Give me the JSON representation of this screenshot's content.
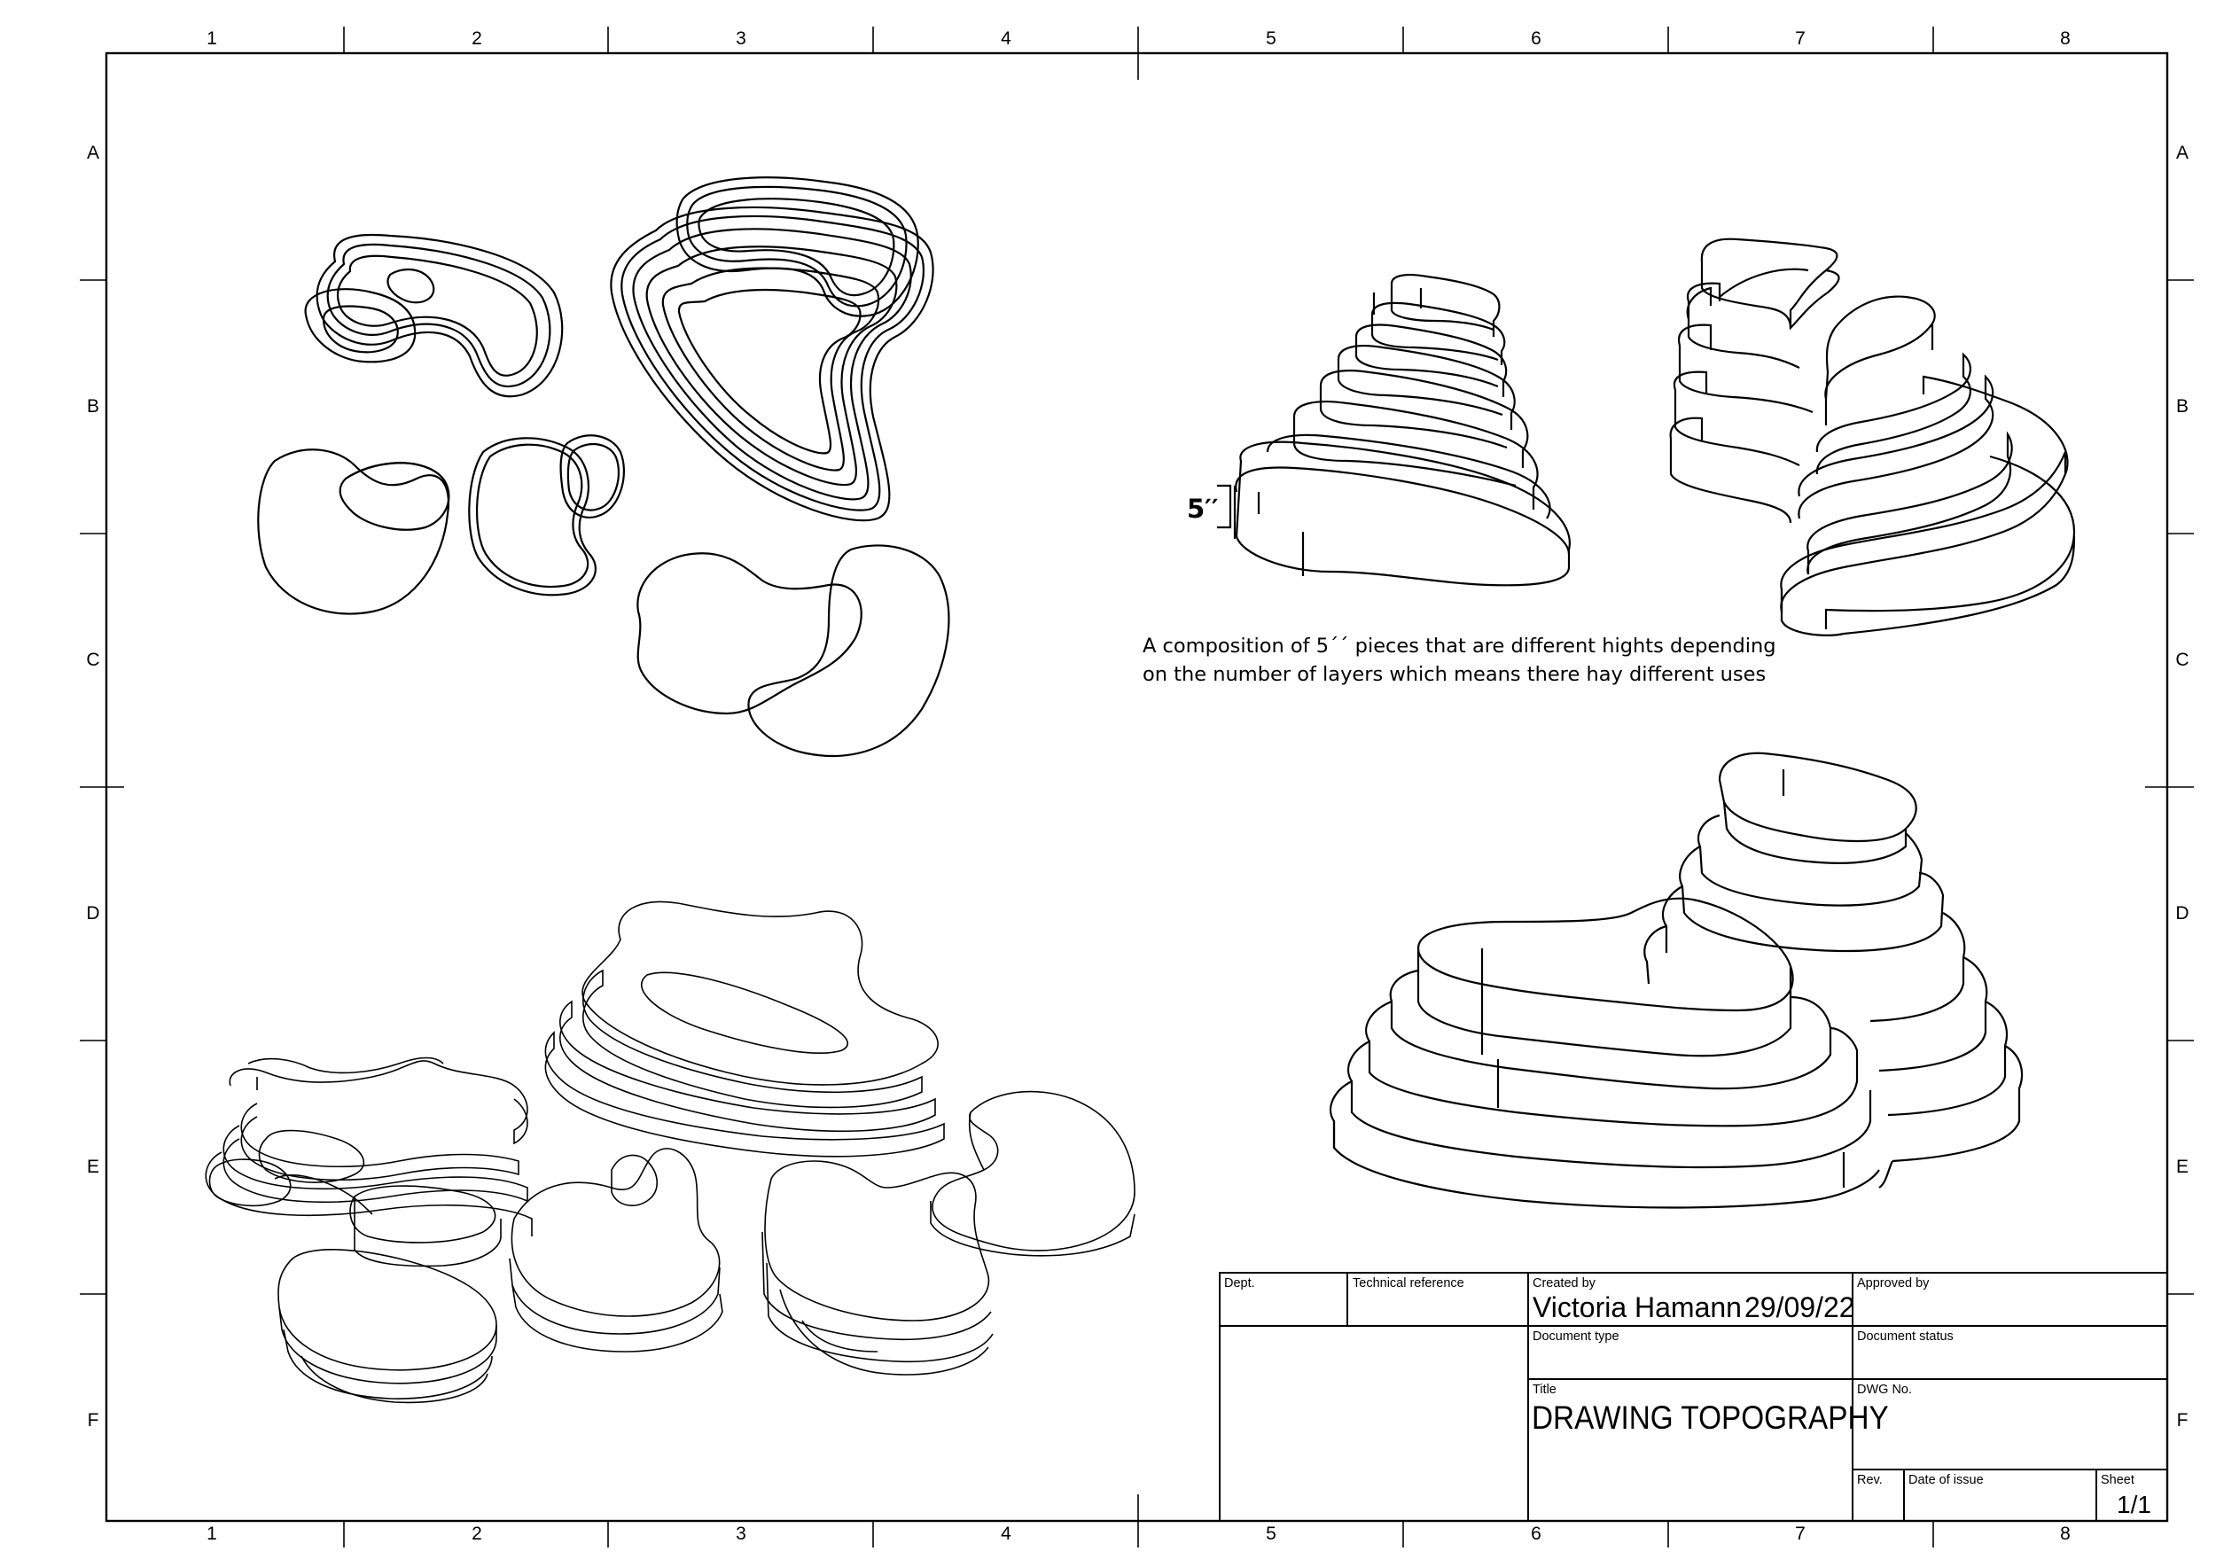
{
  "grid": {
    "columns": [
      "1",
      "2",
      "3",
      "4",
      "5",
      "6",
      "7",
      "8"
    ],
    "rows": [
      "A",
      "B",
      "C",
      "D",
      "E",
      "F"
    ]
  },
  "annotations": {
    "dimension_label": "5′′",
    "composition_note": "A composition of 5´´ pieces that are different hights depending on the number of layers which means there hay different uses"
  },
  "title_block": {
    "dept_label": "Dept.",
    "dept_value": "",
    "technical_reference_label": "Technical reference",
    "created_by_label": "Created by",
    "created_by_value": "Victoria Hamann",
    "created_date": "29/09/22",
    "approved_by_label": "Approved by",
    "document_type_label": "Document type",
    "document_status_label": "Document status",
    "title_label": "Title",
    "title_value": "DRAWING TOPOGRAPHY",
    "dwg_no_label": "DWG No.",
    "rev_label": "Rev.",
    "date_of_issue_label": "Date of issue",
    "sheet_label": "Sheet",
    "sheet_value": "1/1"
  },
  "colors": {
    "ink": "#000000",
    "paper": "#ffffff"
  }
}
